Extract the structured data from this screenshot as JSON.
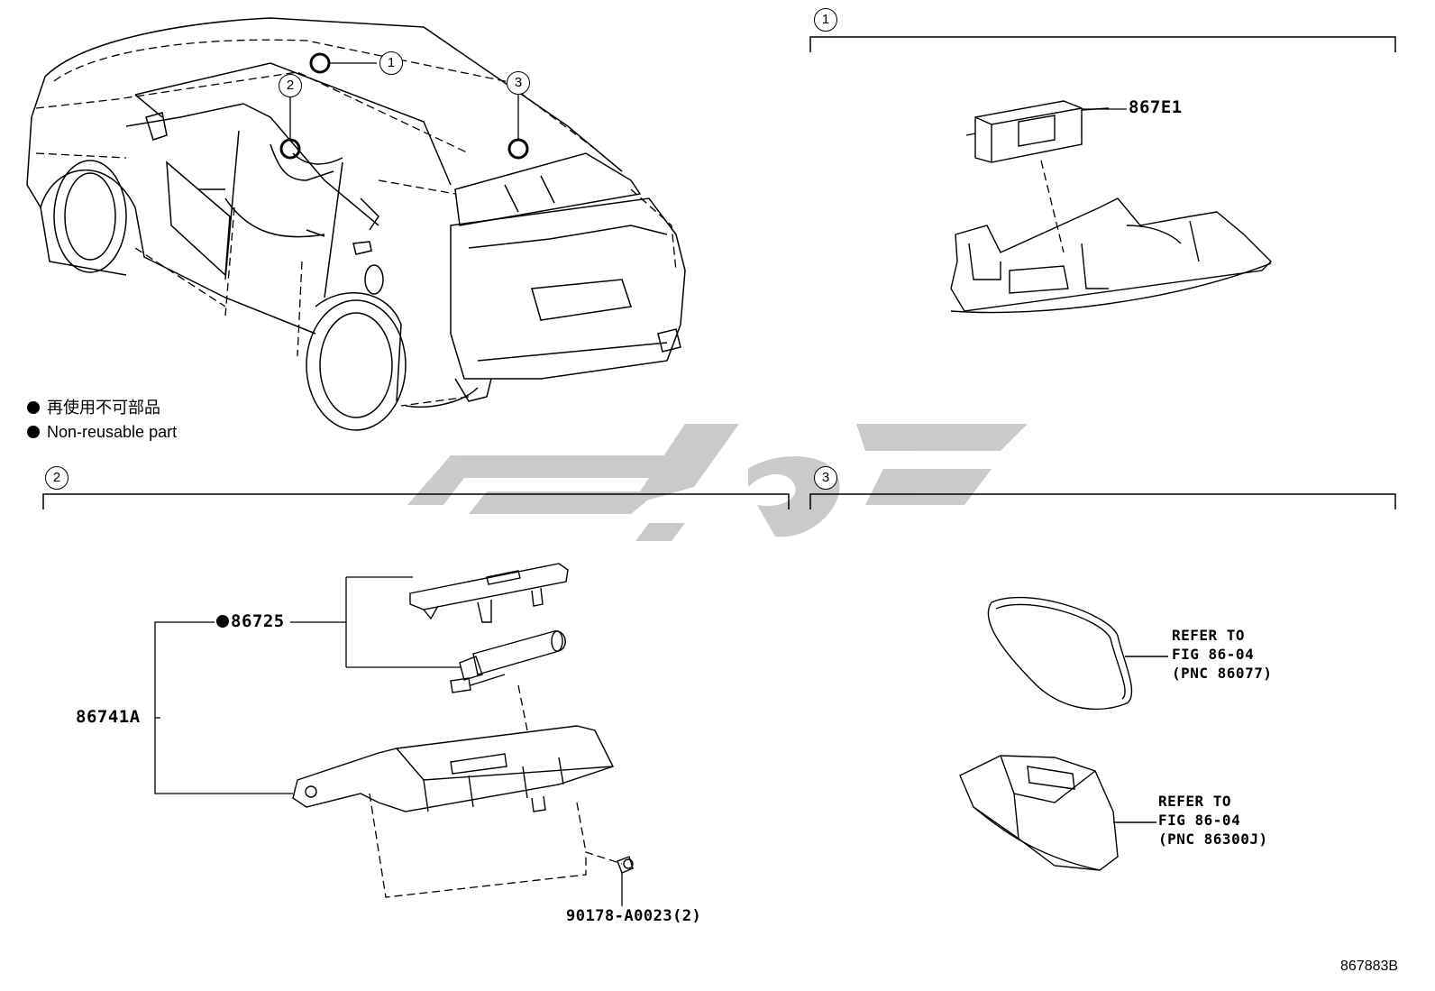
{
  "legend": {
    "item_jp": "再使用不可部品",
    "item_en": "Non-reusable part"
  },
  "callouts": {
    "c1": "1",
    "c2": "2",
    "c3": "3"
  },
  "sections": {
    "s1": "1",
    "s2": "2",
    "s3": "3"
  },
  "parts": {
    "p867E1": "867E1",
    "p86725": "86725",
    "p86741A": "86741A",
    "p90178": "90178-A0023(2)"
  },
  "refs": {
    "r1_line1": "REFER TO",
    "r1_line2": "FIG 86-04",
    "r1_line3": "(PNC 86077)",
    "r2_line1": "REFER TO",
    "r2_line2": "FIG 86-04",
    "r2_line3": "(PNC 86300J)"
  },
  "figure_id": "867883B",
  "colors": {
    "ink": "#000000",
    "watermark": "#c8c8c8"
  }
}
